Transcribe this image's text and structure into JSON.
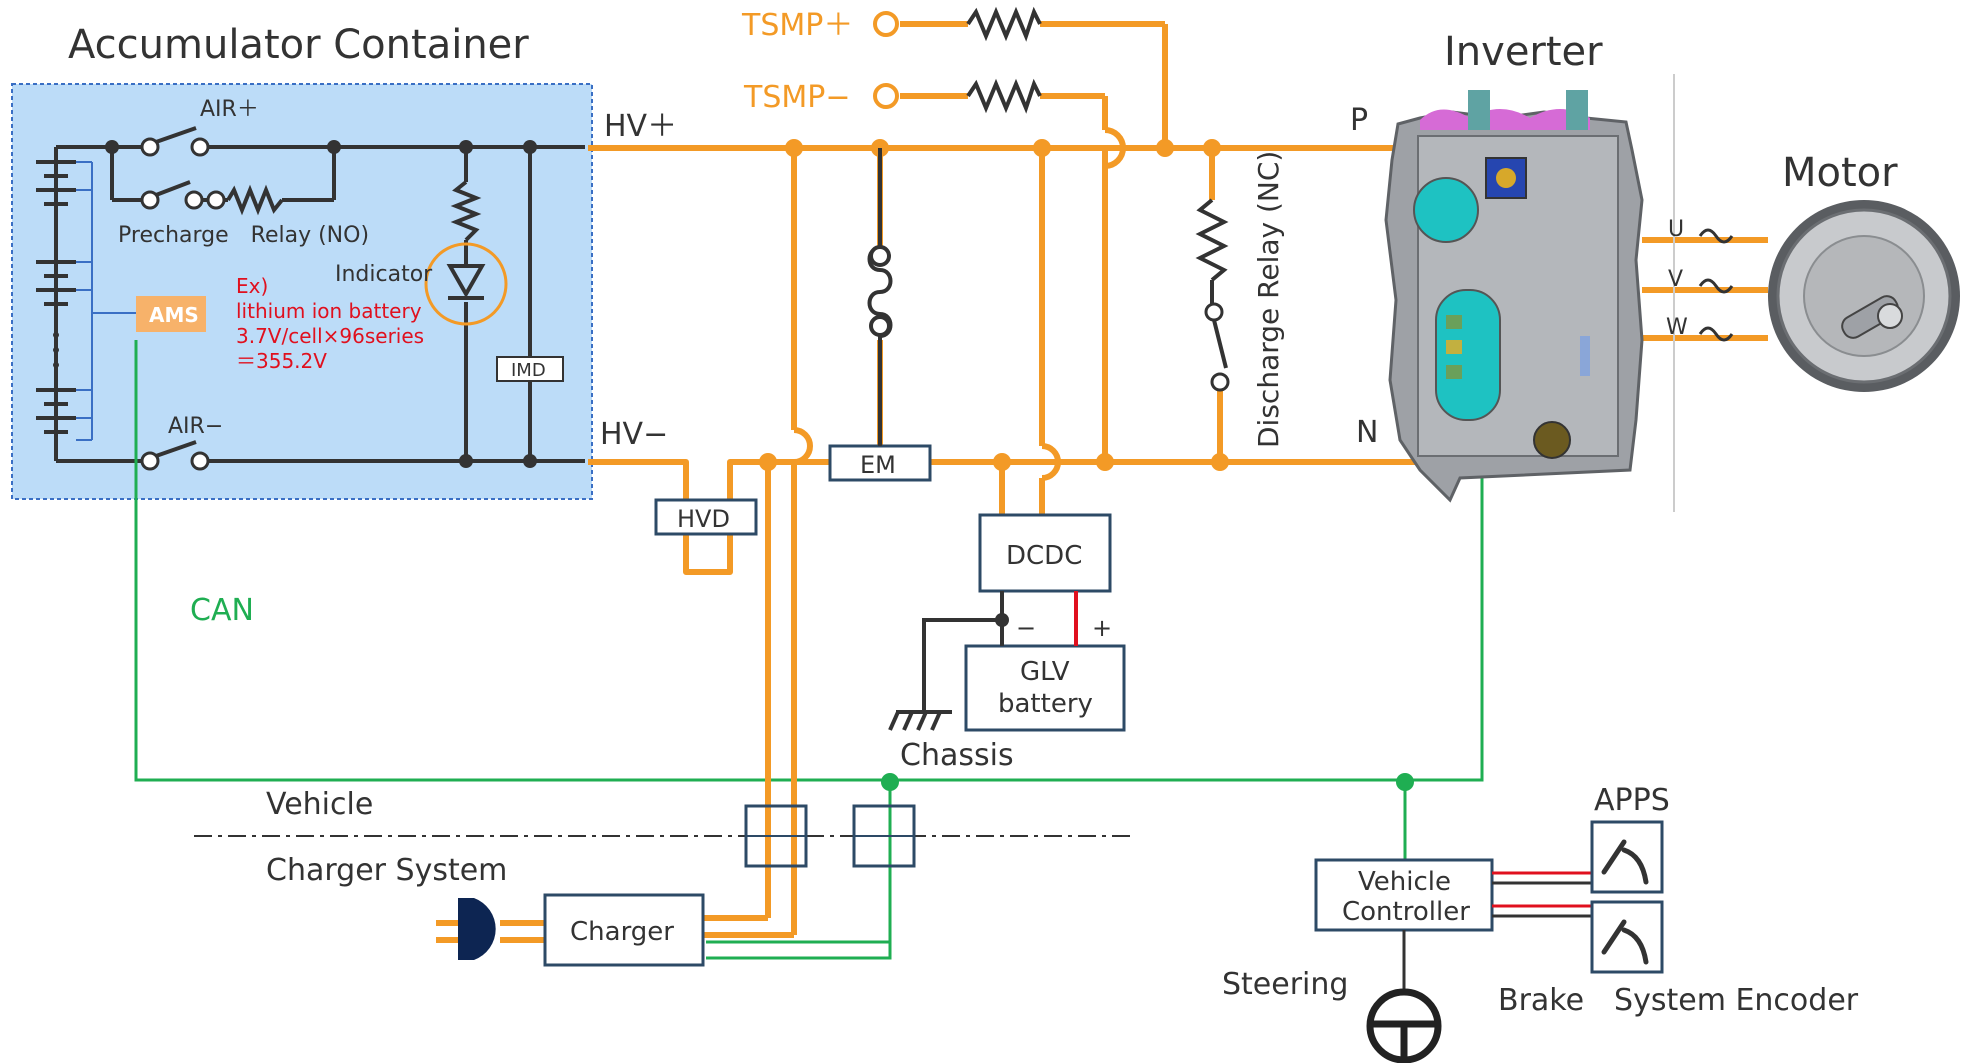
{
  "title": "Accumulator Container",
  "labels": {
    "air_plus": "AIR＋",
    "air_minus": "AIR−",
    "precharge_relay": "Precharge　Relay (NO)",
    "indicator": "Indicator",
    "imd": "IMD",
    "ams": "AMS",
    "hv_plus": "HV＋",
    "hv_minus": "HV−",
    "hvd": "HVD",
    "em": "EM",
    "tsmp_plus": "TSMP＋",
    "tsmp_minus": "TSMP−",
    "discharge_relay": "Discharge Relay (NC)",
    "inverter": "Inverter",
    "p": "P",
    "n": "N",
    "motor": "Motor",
    "u": "U",
    "v": "V",
    "w": "W",
    "dcdc": "DCDC",
    "glv_battery_1": "GLV",
    "glv_battery_2": "battery",
    "glv_minus": "−",
    "glv_plus": "+",
    "chassis": "Chassis",
    "can": "CAN",
    "vehicle": "Vehicle",
    "charger_system": "Charger System",
    "charger": "Charger",
    "vehicle_controller_1": "Vehicle",
    "vehicle_controller_2": "Controller",
    "apps": "APPS",
    "steering": "Steering",
    "brake_system_encoder": "Brake　System Encoder"
  },
  "battery_note": {
    "line1": "Ex)",
    "line2": "lithium ion battery",
    "line3": "3.7V/cell×96series",
    "line4": "＝355.2V"
  },
  "colors": {
    "hv_wire": "#f39a26",
    "lv_wire": "#333333",
    "can_wire": "#1fae52",
    "signal_wire": "#e0101e",
    "container_fill": "#bcdcf8",
    "container_border": "#3a6fc4",
    "ams_fill": "#f7b26a",
    "box_border": "#2d4a66"
  }
}
